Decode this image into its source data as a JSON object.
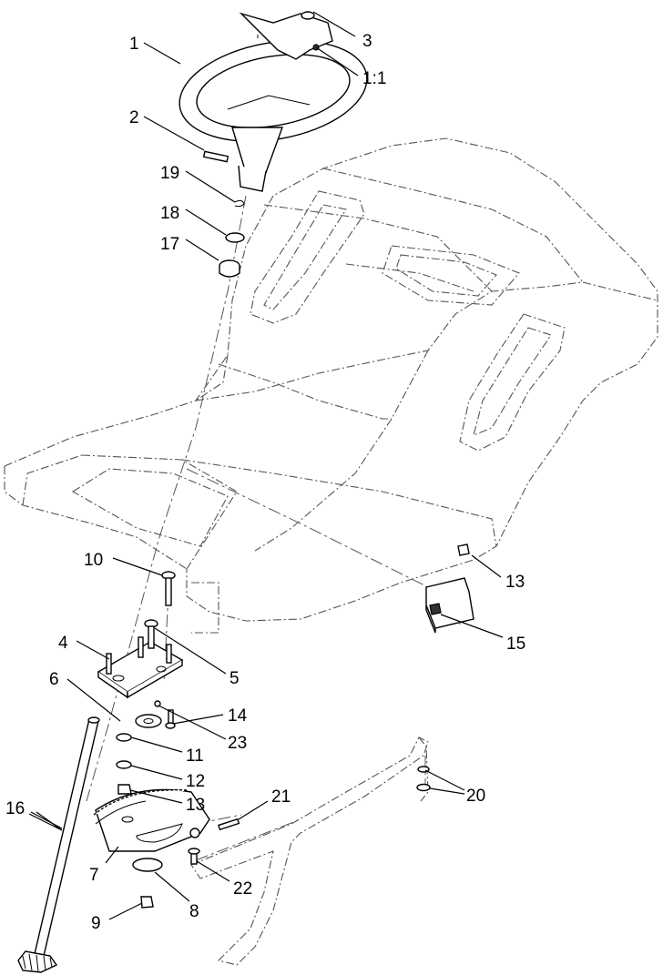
{
  "callouts": [
    {
      "id": "1",
      "text": "1"
    },
    {
      "id": "1-1",
      "text": "1:1"
    },
    {
      "id": "2",
      "text": "2"
    },
    {
      "id": "3",
      "text": "3"
    },
    {
      "id": "4",
      "text": "4"
    },
    {
      "id": "5",
      "text": "5"
    },
    {
      "id": "6",
      "text": "6"
    },
    {
      "id": "7",
      "text": "7"
    },
    {
      "id": "8",
      "text": "8"
    },
    {
      "id": "9",
      "text": "9"
    },
    {
      "id": "10",
      "text": "10"
    },
    {
      "id": "11",
      "text": "11"
    },
    {
      "id": "12",
      "text": "12"
    },
    {
      "id": "13a",
      "text": "13"
    },
    {
      "id": "13b",
      "text": "13"
    },
    {
      "id": "14",
      "text": "14"
    },
    {
      "id": "15",
      "text": "15"
    },
    {
      "id": "16",
      "text": "16"
    },
    {
      "id": "17",
      "text": "17"
    },
    {
      "id": "18",
      "text": "18"
    },
    {
      "id": "19",
      "text": "19"
    },
    {
      "id": "20",
      "text": "20"
    },
    {
      "id": "21",
      "text": "21"
    },
    {
      "id": "22",
      "text": "22"
    },
    {
      "id": "23",
      "text": "23"
    }
  ]
}
